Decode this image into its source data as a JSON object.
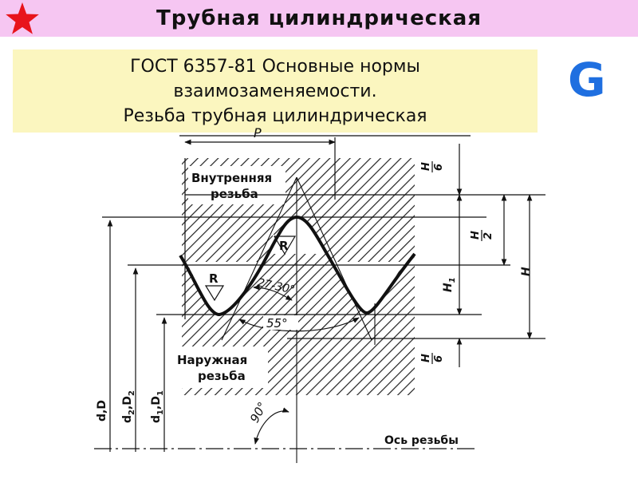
{
  "header": {
    "title": "Трубная  цилиндрическая",
    "star_color": "#e8141c",
    "background": "#f6c6f2"
  },
  "gost": {
    "line1": "ГОСТ 6357-81 Основные нормы",
    "line2": "взаимозаменяемости.",
    "line3": "Резьба трубная  цилиндрическая",
    "background": "#fbf6bf"
  },
  "badge": {
    "letter": "G",
    "color": "#1f6fe0"
  },
  "diagram": {
    "internal_label_1": "Внутренняя",
    "internal_label_2": "резьба",
    "external_label_1": "Наружная",
    "external_label_2": "резьба",
    "pitch": "P",
    "radius": "R",
    "flank_angle": "27-30°",
    "thread_angle": "55°",
    "right_angle": "90°",
    "axis": "Ось резьбы",
    "dim_h_num": "H",
    "dim_h6_den": "6",
    "dim_h2_den": "2",
    "dim_h1": "H",
    "dim_h1_sub": "1",
    "dim_H": "H",
    "diam_d_major": "d,D",
    "diam_d2": "d",
    "diam_d2_sub": "2",
    "diam_D2": ",D",
    "diam_D2_sub": "2",
    "diam_d1": "d",
    "diam_d1_sub": "1",
    "diam_D1": ",D",
    "diam_D1_sub": "1"
  }
}
